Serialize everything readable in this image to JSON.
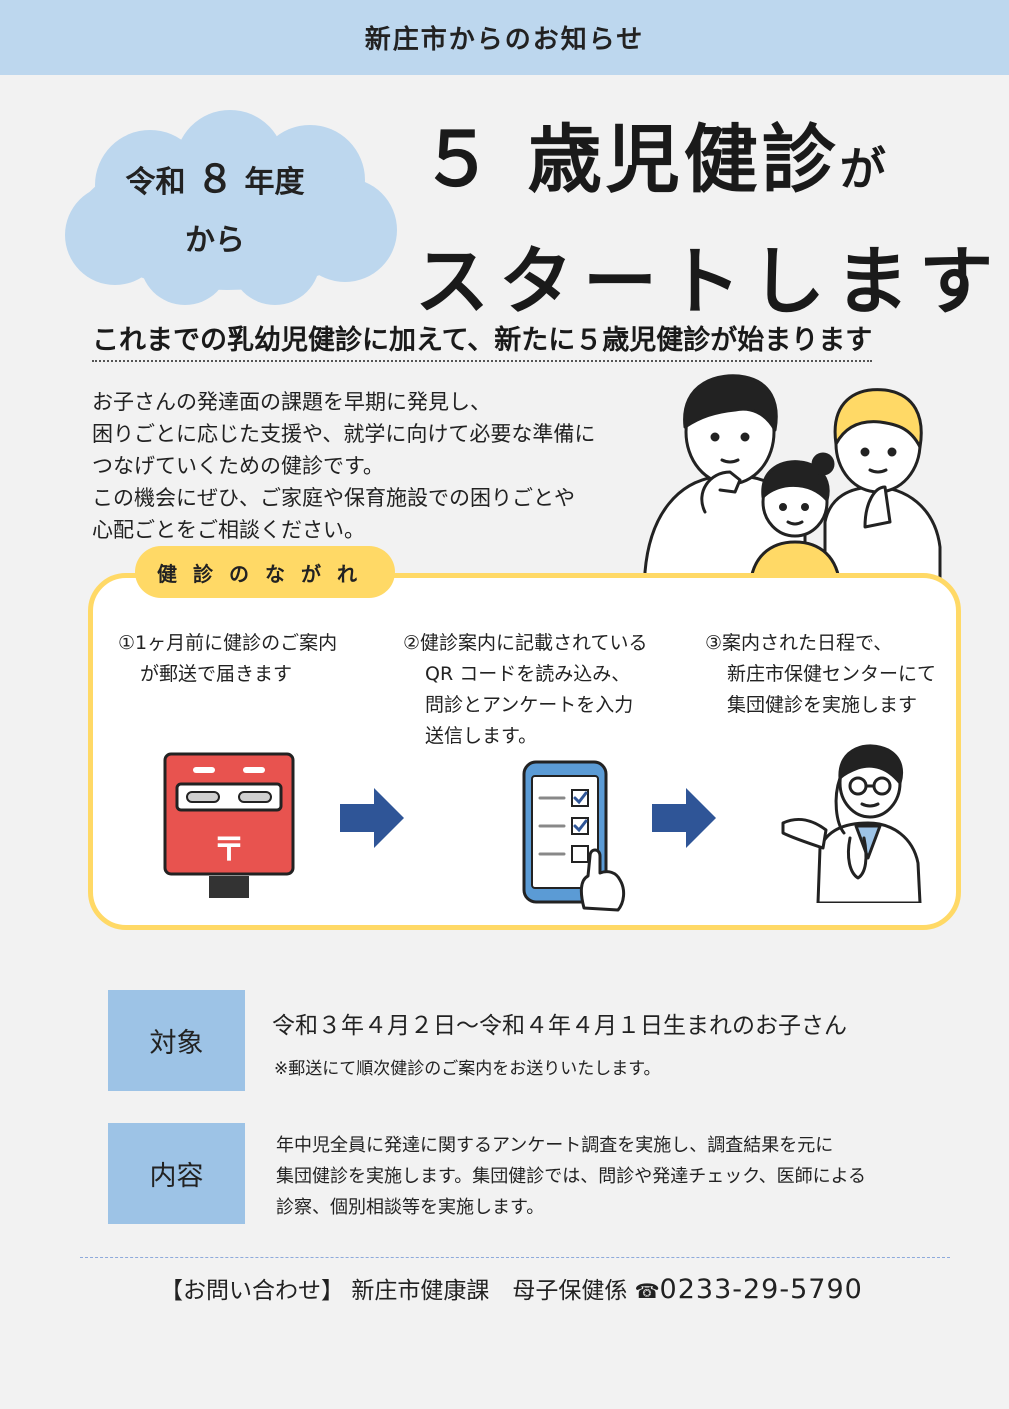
{
  "header": {
    "title": "新庄市からのお知らせ"
  },
  "badge": {
    "line1_a": "令和",
    "line1_num": "８",
    "line1_b": "年度",
    "line2": "から"
  },
  "headline": {
    "line1_main": "５ 歳児健診",
    "line1_suffix": "が",
    "line2": "スタートします"
  },
  "subtitle": "これまでの乳幼児健診に加えて、新たに５歳児健診が始まります",
  "intro": {
    "lines": [
      "お子さんの発達面の課題を早期に発見し、",
      "困りごとに応じた支援や、就学に向けて必要な準備に",
      "つなげていくための健診です。",
      "この機会にぜひ、ご家庭や保育施設での困りごとや",
      "心配ごとをご相談ください。"
    ]
  },
  "flow": {
    "tab_label": "健診のながれ",
    "steps": [
      {
        "lines": [
          "①1ヶ月前に健診のご案内",
          "が郵送で届きます"
        ]
      },
      {
        "lines": [
          "②健診案内に記載されている",
          "QR コードを読み込み、",
          "問診とアンケートを入力",
          "送信します。"
        ]
      },
      {
        "lines": [
          "③案内された日程で、",
          "新庄市保健センターにて",
          "集団健診を実施します"
        ]
      }
    ],
    "postbox_mark": "〒"
  },
  "target": {
    "label": "対象",
    "main": "令和３年４月２日～令和４年４月１日生まれのお子さん",
    "note": "※郵送にて順次健診のご案内をお送りいたします。"
  },
  "content": {
    "label": "内容",
    "lines": [
      "年中児全員に発達に関するアンケート調査を実施し、調査結果を元に",
      "集団健診を実施します。集団健診では、問診や発達チェック、医師による",
      "診察、個別相談等を実施します。"
    ]
  },
  "contact": {
    "label": "【お問い合わせ】",
    "dept": "新庄市健康課　母子保健係",
    "tel_icon": "☎",
    "tel": "0233-29-5790"
  },
  "colors": {
    "header_band": "#bdd7ee",
    "cloud": "#bdd7ee",
    "flow_border": "#ffd966",
    "label_box": "#9dc3e6",
    "arrow": "#2f5597",
    "postbox_red": "#e8534f"
  }
}
